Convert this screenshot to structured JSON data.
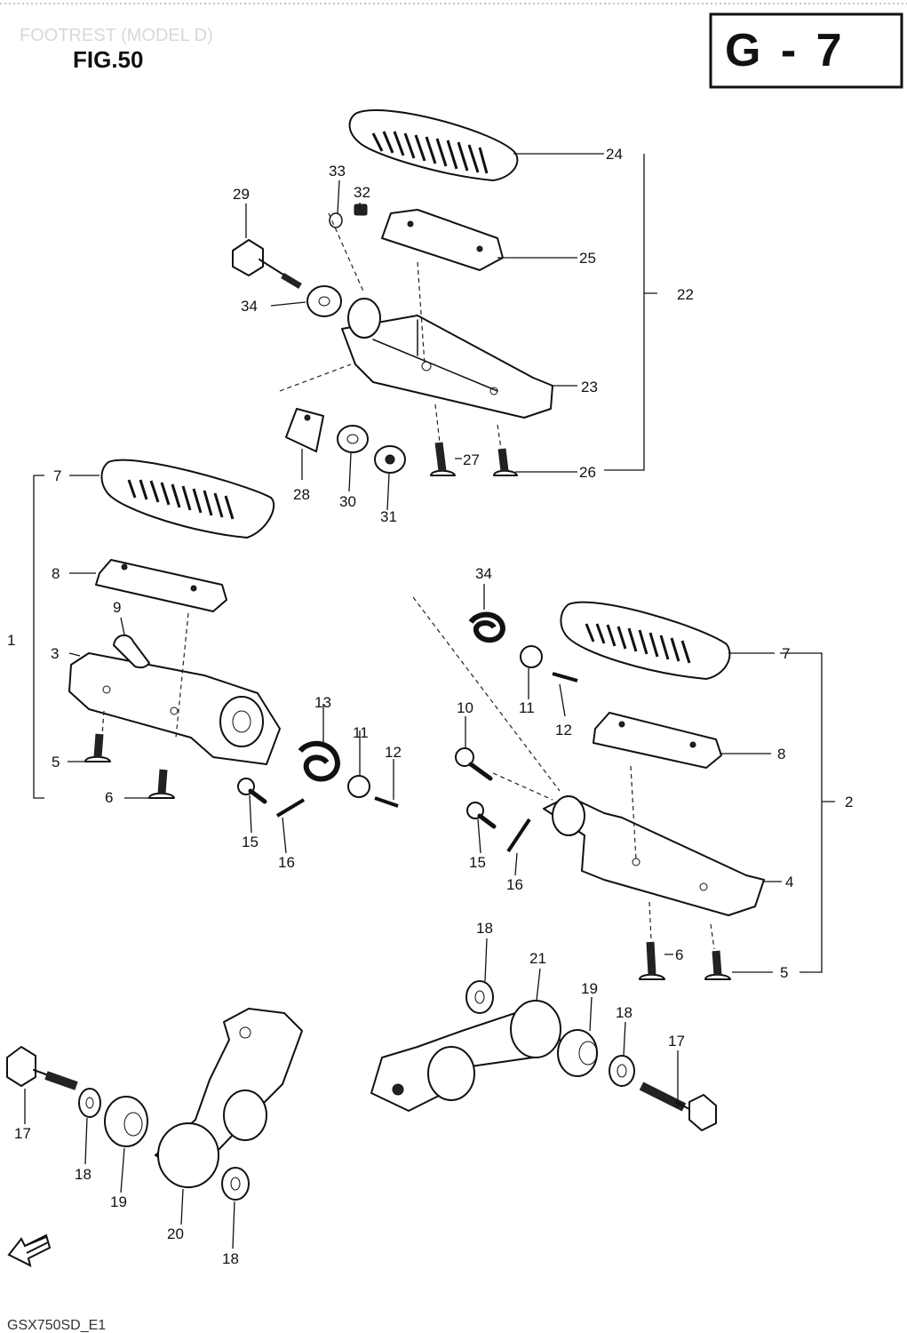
{
  "header": {
    "faint_title": "FOOTREST (MODEL D)",
    "figure_label": "FIG.50",
    "section_code": "G - 7"
  },
  "footer": {
    "model_code": "GSX750SD_E1"
  },
  "callouts": {
    "c24": "24",
    "c25": "25",
    "c22": "22",
    "c23": "23",
    "c26": "26",
    "c27": "27",
    "c29": "29",
    "c33": "33",
    "c32": "32",
    "c34a": "34",
    "c28": "28",
    "c30": "30",
    "c31": "31",
    "c7a": "7",
    "c8a": "8",
    "c1": "1",
    "c9": "9",
    "c3": "3",
    "c5a": "5",
    "c6a": "6",
    "c13": "13",
    "c11a": "11",
    "c12a": "12",
    "c15a": "15",
    "c16a": "16",
    "c34b": "34",
    "c11b": "11",
    "c12b": "12",
    "c7b": "7",
    "c8b": "8",
    "c2": "2",
    "c10": "10",
    "c15b": "15",
    "c16b": "16",
    "c4": "4",
    "c6b": "6",
    "c5b": "5",
    "c18a": "18",
    "c21": "21",
    "c19a": "19",
    "c18b": "18",
    "c17a": "17",
    "c17b": "17",
    "c18c": "18",
    "c19b": "19",
    "c20": "20",
    "c18d": "18"
  }
}
